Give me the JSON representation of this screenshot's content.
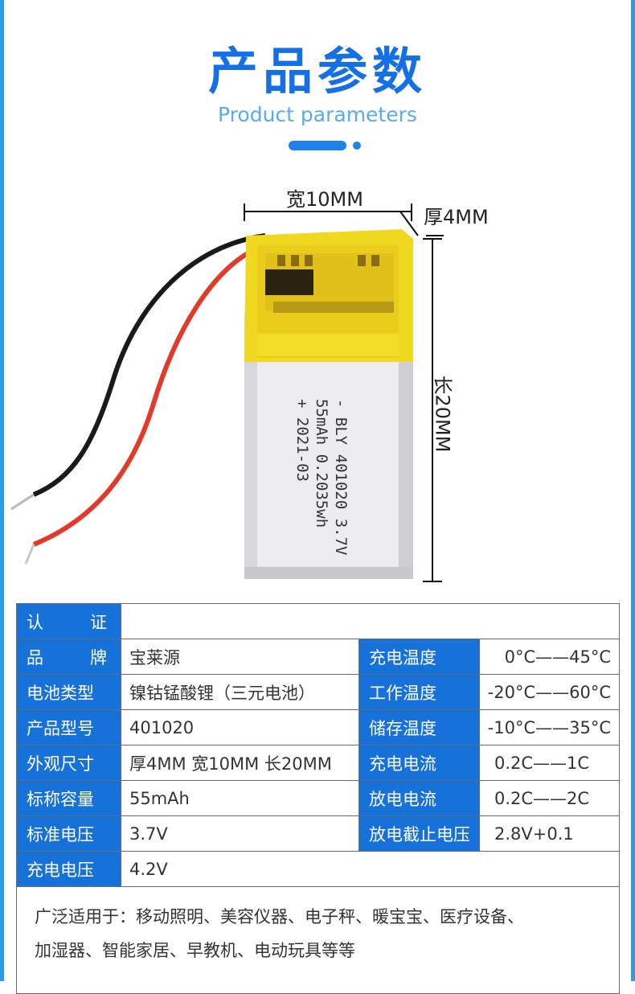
{
  "header": {
    "title": "产品参数",
    "subtitle": "Product parameters"
  },
  "dimensions": {
    "width": "宽10MM",
    "thickness": "厚4MM",
    "length": "长20MM"
  },
  "battery_label": {
    "line1": "- BLY 401020 3.7V",
    "line2": "55mAh 0.2035wh",
    "line3": "+ 2021-03"
  },
  "specs": {
    "cert_label": [
      "认",
      "证"
    ],
    "cert_value": "",
    "brand_label": [
      "品",
      "牌"
    ],
    "brand_value": "宝莱源",
    "battery_type_label": "电池类型",
    "battery_type_value": "镍钴锰酸锂（三元电池）",
    "model_label": "产品型号",
    "model_value": "401020",
    "size_label": "外观尺寸",
    "size_value": "厚4MM 宽10MM 长20MM",
    "capacity_label": "标称容量",
    "capacity_value": "55mAh",
    "voltage_label": "标准电压",
    "voltage_value": "3.7V",
    "charge_voltage_label": "充电电压",
    "charge_voltage_value": "4.2V",
    "charge_temp_label": "充电温度",
    "charge_temp_value": "0°C——45°C",
    "work_temp_label": "工作温度",
    "work_temp_value": "-20°C——60°C",
    "storage_temp_label": "储存温度",
    "storage_temp_value": "-10°C——35°C",
    "charge_current_label": "充电电流",
    "charge_current_value": "0.2C——1C",
    "discharge_current_label": "放电电流",
    "discharge_current_value": "0.2C——2C",
    "cutoff_voltage_label": "放电截止电压",
    "cutoff_voltage_value": "2.8V+0.1"
  },
  "applications": {
    "line1": "广泛适用于：移动照明、美容仪器、电子秤、暖宝宝、医疗设备、",
    "line2": "加湿器、智能家居、早教机、电动玩具等等"
  },
  "colors": {
    "accent": "#1570e6",
    "table_header": "#1671d8",
    "frame": "#2d9be6",
    "battery_yellow": "#f0d820",
    "battery_silver": "#e8e8ea"
  }
}
